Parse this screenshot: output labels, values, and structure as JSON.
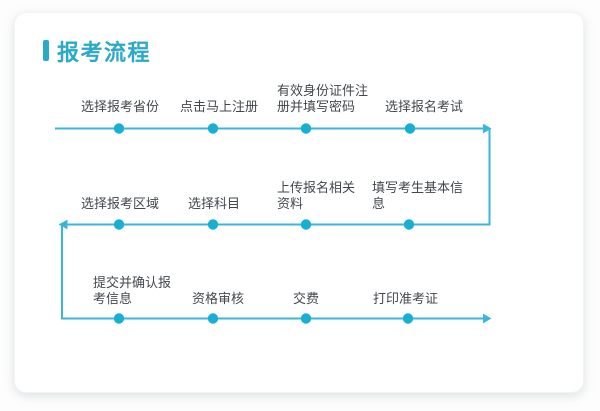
{
  "header": {
    "title": "报考流程"
  },
  "colors": {
    "accent": "#2BA9C7",
    "flow_line": "#3AB7D8",
    "flow_dot": "#19AFD4",
    "label_text": "#43474D",
    "card_background": "#FFFFFF"
  },
  "flow": {
    "type": "flowchart",
    "layout": "snake",
    "rows": [
      {
        "direction": "left-to-right",
        "end_arrow": "right",
        "steps": [
          {
            "label": "选择报考省份"
          },
          {
            "label": "点击马上注册"
          },
          {
            "label": "有效身份证件注\n册并填写密码"
          },
          {
            "label": "选择报名考试"
          }
        ]
      },
      {
        "direction": "right-to-left",
        "end_arrow": "left",
        "steps": [
          {
            "label": "选择报考区域"
          },
          {
            "label": "选择科目"
          },
          {
            "label": "上传报名相关\n资料"
          },
          {
            "label": "填写考生基本信\n息"
          }
        ]
      },
      {
        "direction": "left-to-right",
        "end_arrow": "right",
        "steps": [
          {
            "label": "提交并确认报\n考信息"
          },
          {
            "label": "资格审核"
          },
          {
            "label": "交费"
          },
          {
            "label": "打印准考证"
          }
        ]
      }
    ]
  }
}
